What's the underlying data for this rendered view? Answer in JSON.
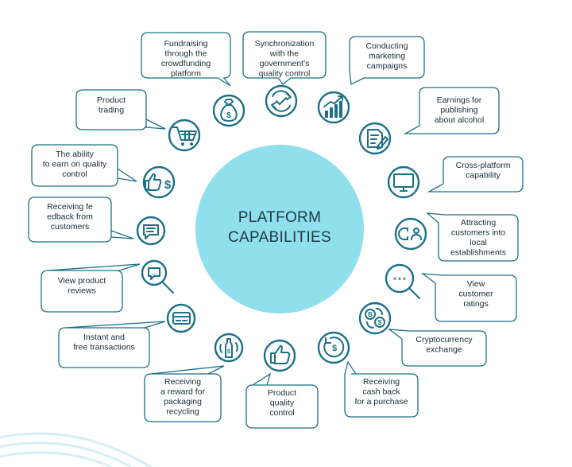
{
  "center": {
    "lines": [
      "PLATFORM",
      "CAPABILITIES"
    ]
  },
  "capabilities": [
    {
      "icon": "money-bag-icon",
      "lines": [
        "Fundraising",
        "through the",
        "crowdfunding",
        "platform"
      ]
    },
    {
      "icon": "sync-check-icon",
      "lines": [
        "Synchronization",
        "with the",
        "government's",
        "quality control"
      ]
    },
    {
      "icon": "growth-chart-icon",
      "lines": [
        "Conducting",
        "marketing",
        "campaigns"
      ]
    },
    {
      "icon": "document-pen-icon",
      "lines": [
        "Earnings for",
        "publishing",
        "about alcohol"
      ]
    },
    {
      "icon": "monitor-icon",
      "lines": [
        "Cross-platform",
        "capability"
      ]
    },
    {
      "icon": "magnet-person-icon",
      "lines": [
        "Attracting",
        "customers into",
        "local",
        "establishments"
      ]
    },
    {
      "icon": "rating-magnifier-icon",
      "lines": [
        "View",
        "customer",
        "ratings"
      ]
    },
    {
      "icon": "crypto-exchange-icon",
      "lines": [
        "Cryptocurrency",
        "exchange"
      ]
    },
    {
      "icon": "cashback-icon",
      "lines": [
        "Receiving",
        "cash back",
        "for a purchase"
      ]
    },
    {
      "icon": "thumbs-up-icon",
      "lines": [
        "Product",
        "quality",
        "control"
      ]
    },
    {
      "icon": "bottle-recycle-icon",
      "lines": [
        "Receiving",
        "a reward for",
        "packaging",
        "recycling"
      ]
    },
    {
      "icon": "credit-card-icon",
      "lines": [
        "Instant and",
        "free transactions"
      ]
    },
    {
      "icon": "review-magnifier-icon",
      "lines": [
        "View product",
        "reviews"
      ]
    },
    {
      "icon": "chat-bubble-icon",
      "lines": [
        "Receiving fe",
        "edback from",
        "customers"
      ]
    },
    {
      "icon": "thumbs-up-dollar-icon",
      "lines": [
        "The ability",
        "to earn on quality",
        "control"
      ]
    },
    {
      "icon": "shopping-cart-icon",
      "lines": [
        "Product",
        "trading"
      ]
    }
  ],
  "colors": {
    "accent": "#1b7088",
    "center_fill": "#8fdfec",
    "text": "#1a2b33",
    "arc": "#d7eef3"
  }
}
